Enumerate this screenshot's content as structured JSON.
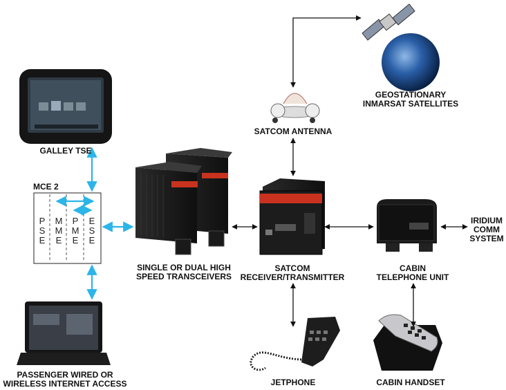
{
  "labels": {
    "galley_tse": "GALLEY TSE",
    "mce": "MCE 2",
    "transceivers": [
      "SINGLE OR DUAL HIGH",
      "SPEED TRANSCEIVERS"
    ],
    "satcom_antenna": "SATCOM ANTENNA",
    "satellites": [
      "GEOSTATIONARY",
      "INMARSAT SATELLITES"
    ],
    "receiver": [
      "SATCOM",
      "RECEIVER/TRANSMITTER"
    ],
    "telephone_unit": [
      "CABIN",
      "TELEPHONE UNIT"
    ],
    "iridium": [
      "IRIDIUM",
      "COMM",
      "SYSTEM"
    ],
    "jetphone": "JETPHONE",
    "cabin_handset": "CABIN HANDSET",
    "passenger": [
      "PASSENGER WIRED OR",
      "WIRELESS INTERNET ACCESS"
    ]
  },
  "mce_columns": [
    {
      "letters": [
        "P",
        "S",
        "E"
      ]
    },
    {
      "letters": [
        "M",
        "M",
        "E"
      ]
    },
    {
      "letters": [
        "P",
        "M",
        "E"
      ]
    },
    {
      "letters": [
        "E",
        "S",
        "E"
      ]
    }
  ],
  "colors": {
    "link_primary": "#2bb5e8",
    "link_secondary": "#111111",
    "device_dark": "#1b1b1b",
    "device_accent": "#c8321e",
    "earth_blue": "#2a5fa8"
  }
}
